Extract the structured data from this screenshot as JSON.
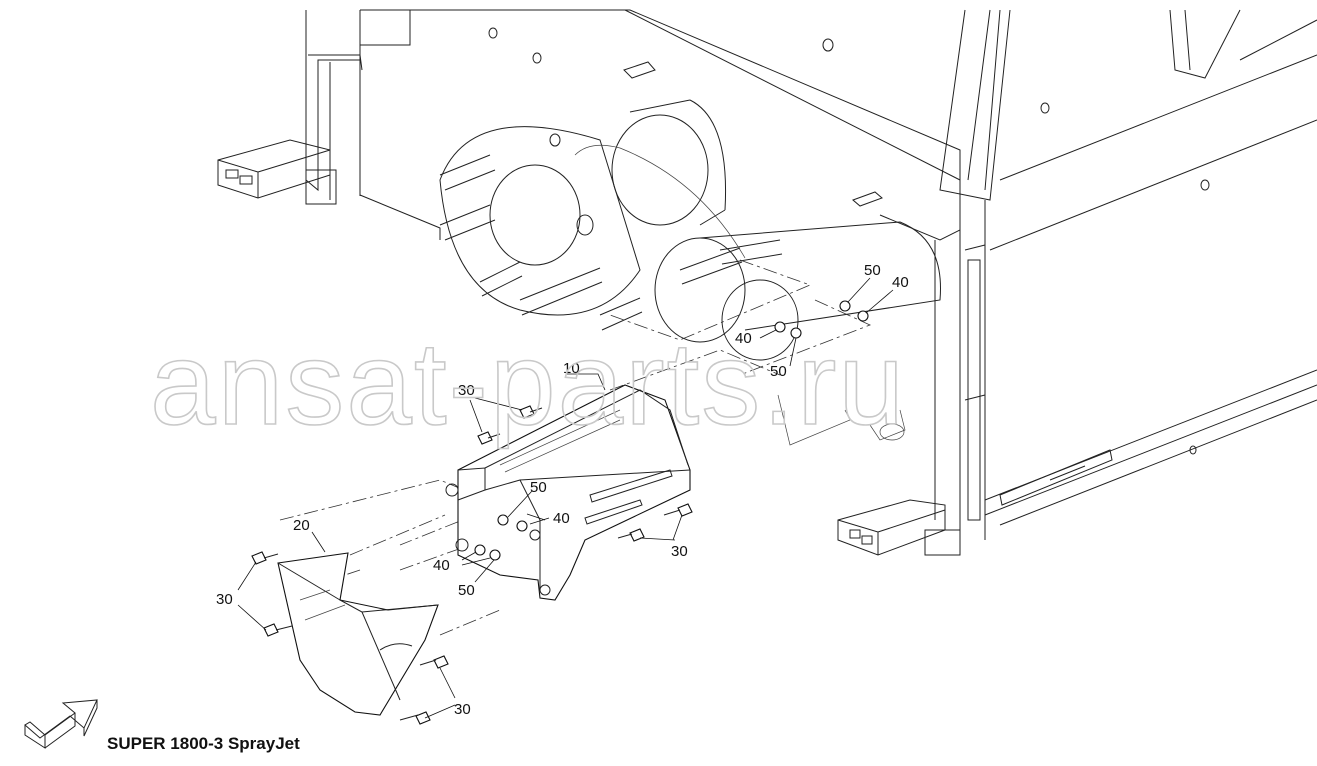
{
  "caption": "SUPER 1800-3 SprayJet",
  "watermark": "ansat-parts.ru",
  "corner_code": "",
  "callouts": [
    {
      "id": "callout-10",
      "label": "10"
    },
    {
      "id": "callout-20",
      "label": "20"
    },
    {
      "id": "callout-30-a",
      "label": "30"
    },
    {
      "id": "callout-30-b",
      "label": "30"
    },
    {
      "id": "callout-30-c",
      "label": "30"
    },
    {
      "id": "callout-30-d",
      "label": "30"
    },
    {
      "id": "callout-40-a",
      "label": "40"
    },
    {
      "id": "callout-40-b",
      "label": "40"
    },
    {
      "id": "callout-40-c",
      "label": "40"
    },
    {
      "id": "callout-40-d",
      "label": "40"
    },
    {
      "id": "callout-50-a",
      "label": "50"
    },
    {
      "id": "callout-50-b",
      "label": "50"
    },
    {
      "id": "callout-50-c",
      "label": "50"
    },
    {
      "id": "callout-50-d",
      "label": "50"
    }
  ]
}
